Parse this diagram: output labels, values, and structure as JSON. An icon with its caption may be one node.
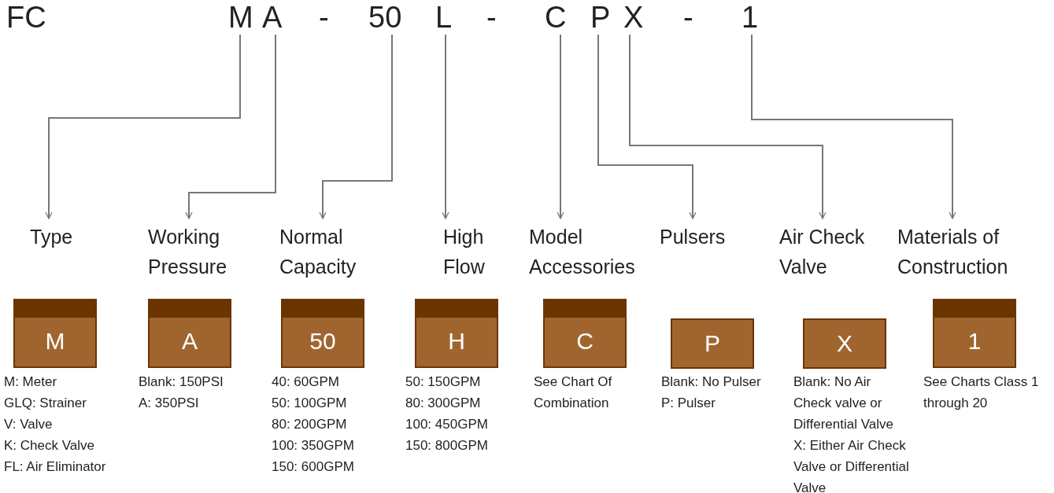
{
  "diagram": {
    "nodes": [
      {
        "text": [
          "M"
        ]
      },
      {
        "text": [
          "A"
        ]
      },
      {
        "text": [
          "50"
        ]
      },
      {
        "text": [
          "L"
        ]
      },
      {
        "text": [
          "C"
        ]
      },
      {
        "text": [
          "P"
        ]
      },
      {
        "text": [
          "X"
        ]
      },
      {
        "text": [
          "1"
        ]
      },
      {
        "text": [
          "Type"
        ]
      },
      {
        "text": [
          "Working Pressure"
        ]
      },
      {
        "text": [
          "Normal Capacity"
        ]
      },
      {
        "text": [
          "High Flow"
        ]
      },
      {
        "text": [
          "Model Accessories"
        ]
      },
      {
        "text": [
          "Pulsers"
        ]
      },
      {
        "text": [
          "Air Check Valve"
        ]
      },
      {
        "text": [
          "Materials of Construction"
        ]
      },
      {
        "text": [
          "M"
        ],
        "beside": [
          "M: Meter",
          "GLQ: Strainer",
          "V: Valve",
          "K: Check Valve",
          "FL: Air Eliminator"
        ]
      },
      {
        "text": [
          "A"
        ],
        "beside": [
          "Blank: 150PSI",
          "A: 350PSI"
        ]
      },
      {
        "text": [
          "50"
        ],
        "beside": [
          "40: 60GPM",
          "50: 100GPM",
          "80: 200GPM",
          "100: 350GPM",
          "150: 600GPM"
        ]
      },
      {
        "text": [
          "H"
        ],
        "beside": [
          "50: 150GPM",
          "80: 300GPM",
          "100: 450GPM",
          "150: 800GPM"
        ]
      },
      {
        "text": [
          "C"
        ],
        "beside": [
          "See Chart Of Combination"
        ]
      },
      {
        "text": [
          "P"
        ],
        "beside": [
          "Blank: No Pulser",
          "P: Pulser"
        ]
      },
      {
        "text": [
          "X"
        ],
        "beside": [
          "Blank: No Air Check valve or Differential Valve",
          "X: Either Air Check Valve or Differential Valve"
        ]
      },
      {
        "text": [
          "1"
        ],
        "beside": [
          "See Charts Class 1 through 20"
        ]
      }
    ],
    "edges": [
      {
        "from": 0,
        "to": 8,
        "arrow": "to"
      },
      {
        "from": 1,
        "to": 9,
        "arrow": "to"
      },
      {
        "from": 2,
        "to": 10,
        "arrow": "to"
      },
      {
        "from": 3,
        "to": 11,
        "arrow": "to"
      },
      {
        "from": 4,
        "to": 12,
        "arrow": "to"
      },
      {
        "from": 5,
        "to": 13,
        "arrow": "to"
      },
      {
        "from": 6,
        "to": 14,
        "arrow": "to"
      },
      {
        "from": 7,
        "to": 15,
        "arrow": "to"
      }
    ],
    "labels": [
      "FC",
      "-",
      "-",
      "-"
    ]
  }
}
